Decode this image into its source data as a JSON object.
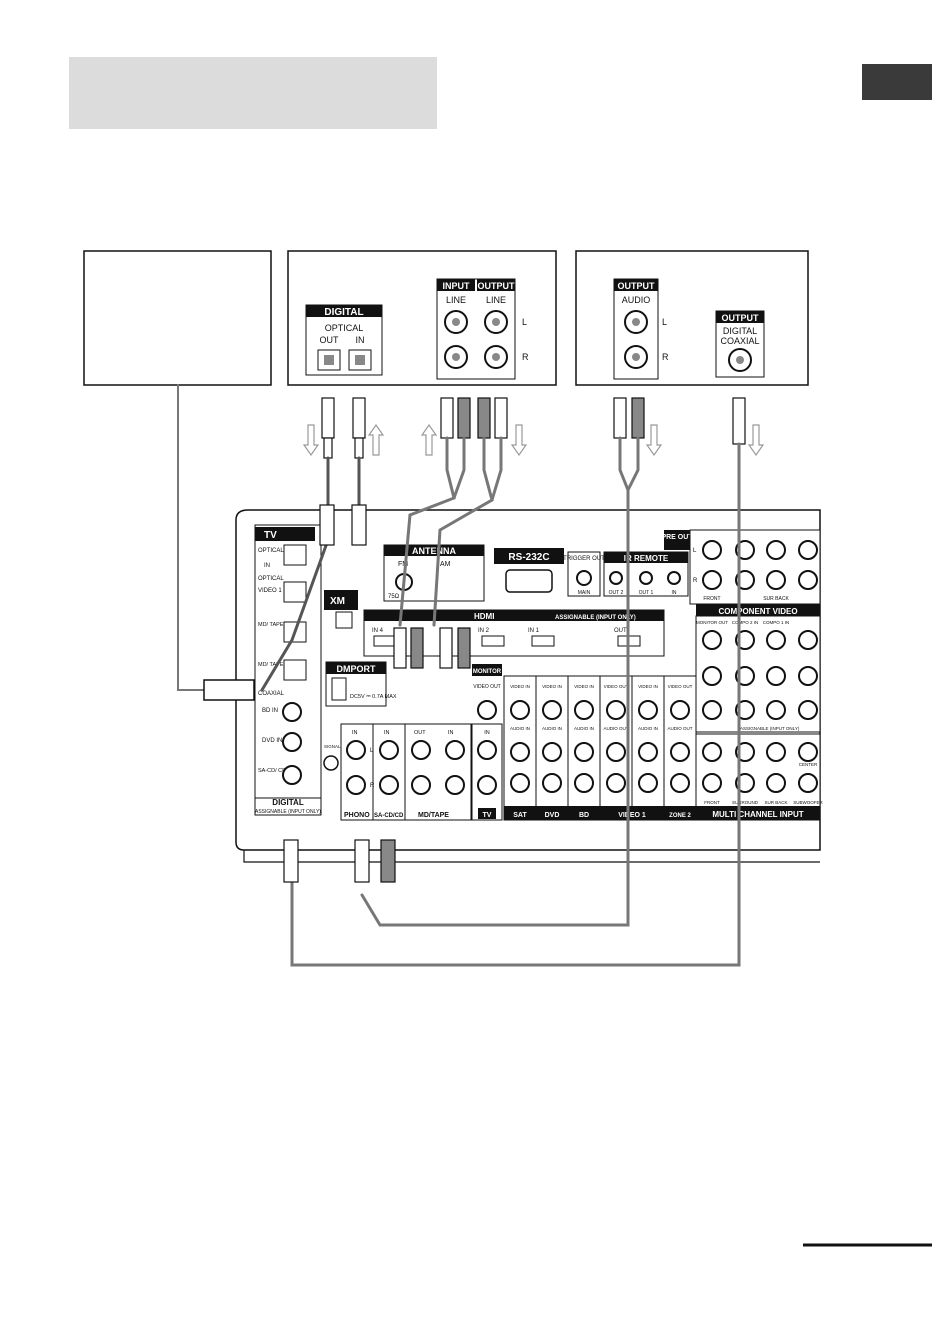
{
  "page": {
    "title_box": "",
    "bottom_rule": ""
  },
  "devices": {
    "left_box": {
      "labels": []
    },
    "center_box": {
      "digital_title": "DIGITAL",
      "optical": "OPTICAL",
      "out": "OUT",
      "in": "IN",
      "input_title": "INPUT",
      "output_title": "OUTPUT",
      "line_in": "LINE",
      "line_out": "LINE",
      "l": "L",
      "r": "R"
    },
    "right_box": {
      "output_audio_title": "OUTPUT",
      "audio": "AUDIO",
      "l": "L",
      "r": "R",
      "output_digital_title": "OUTPUT",
      "digital": "DIGITAL",
      "coaxial": "COAXIAL"
    }
  },
  "receiver": {
    "tv": "TV",
    "optical": "OPTICAL",
    "in": "IN",
    "video1_in": "VIDEO 1",
    "md_tape_in": "MD/ TAPE IN",
    "md_tape_out": "MD/ TAPE OUT",
    "xm": "XM",
    "antenna": "ANTENNA",
    "fm": "FM",
    "am": "AM",
    "ohm": "75Ω",
    "rs232c": "RS-232C",
    "trigger_out": "TRIGGER OUT",
    "main": "MAIN",
    "ir_remote": "IR REMOTE",
    "out2": "OUT 2",
    "out1": "OUT 1",
    "ir_in": "IN",
    "pre_out": "PRE OUT",
    "hdmi": "HDMI",
    "assignable_input_only": "ASSIGNABLE (INPUT ONLY)",
    "hdmi_in4": "IN 4",
    "hdmi_in2": "IN 2",
    "hdmi_in1": "IN 1",
    "hdmi_out": "OUT",
    "dmport": "DMPORT",
    "dc5v": "DC5V ⎓ 0.7A MAX",
    "coaxial": "COAXIAL",
    "bd_in": "BD IN",
    "dvd_in": "DVD IN",
    "sacd_in": "SA-CD/ CD IN",
    "digital": "DIGITAL",
    "assignable": "ASSIGNABLE (INPUT ONLY)",
    "signal_gnd": "SIGNAL GND",
    "phono": "PHONO",
    "sacd": "SA-CD/CD",
    "md_tape": "MD/TAPE",
    "tv_label": "TV",
    "sat": "SAT",
    "dvd": "DVD",
    "bd": "BD",
    "video1": "VIDEO 1",
    "zone2": "ZONE 2",
    "multi_channel_input": "MULTI CHANNEL INPUT",
    "component_video": "COMPONENT VIDEO",
    "monitor": "MONITOR",
    "video_out": "VIDEO OUT",
    "video_in": "VIDEO IN",
    "audio_in": "AUDIO IN",
    "audio_out": "AUDIO OUT",
    "monitor_out": "MONITOR OUT",
    "compo2_in": "COMPO 2 IN",
    "compo1_in": "COMPO 1 IN",
    "front": "FRONT",
    "surround": "SURROUND",
    "sur_back": "SUR BACK",
    "subwoofer": "SUBWOOFER",
    "center": "CENTER",
    "assignable_short": "ASSIGNABLE (INPUT ONLY)",
    "pre_l": "L",
    "pre_r": "R",
    "ch_l": "L",
    "ch_r": "R",
    "in_label": "IN",
    "out_label": "OUT"
  },
  "colors": {
    "gray_box": "#dcdcdc",
    "cable_gray": "#8a8a8a",
    "dark_tab": "#1a1a1a",
    "side_tab": "#3a3a3a"
  }
}
